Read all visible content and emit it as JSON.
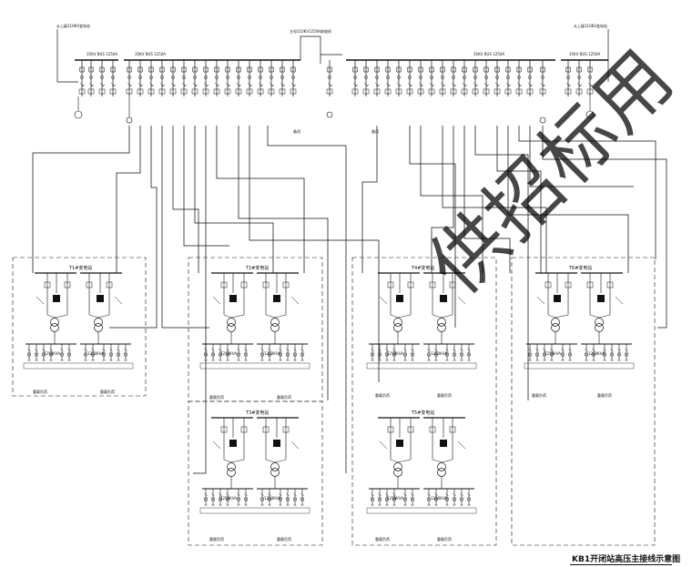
{
  "diagram": {
    "source_left": "从上级110KV变电站",
    "source_right": "从上级110KV变电站",
    "bus_left_a": "35KV BUS 1250A",
    "bus_left_b": "35KV BUS 1250A",
    "tie_label": "主母110KV1250A联络线",
    "bus_right_a": "35KV BUS 1250A",
    "bus_right_b": "35KV BUS 1250A",
    "spare_left": "备用",
    "spare_right": "备用",
    "substations": [
      {
        "title": "T1#变电站",
        "tx_left": "1250KVA",
        "tx_right": "1250KVA",
        "load_left": "重载负荷",
        "load_right": "重载负荷"
      },
      {
        "title": "T2#变电站",
        "tx_left": "1250KVA",
        "tx_right": "1250KVA",
        "load_left": "重载负荷",
        "load_right": "重载负荷"
      },
      {
        "title": "T3#变电站",
        "tx_left": "1250KVA",
        "tx_right": "1250KVA",
        "load_left": "重载负荷",
        "load_right": "重载负荷"
      },
      {
        "title": "T4#变电站",
        "tx_left": "1250KVA",
        "tx_right": "1250KVA",
        "load_left": "重载负荷",
        "load_right": "重载负荷"
      },
      {
        "title": "T5#变电站",
        "tx_left": "1250KVA",
        "tx_right": "1250KVA",
        "load_left": "重载负荷",
        "load_right": "重载负荷"
      },
      {
        "title": "T6#变电站",
        "tx_left": "1250KVA",
        "tx_right": "1250KVA",
        "load_left": "重载负荷",
        "load_right": "重载负荷"
      }
    ]
  },
  "caption": "KB1开闭站高压主接线示意图",
  "watermark": "供招标用"
}
